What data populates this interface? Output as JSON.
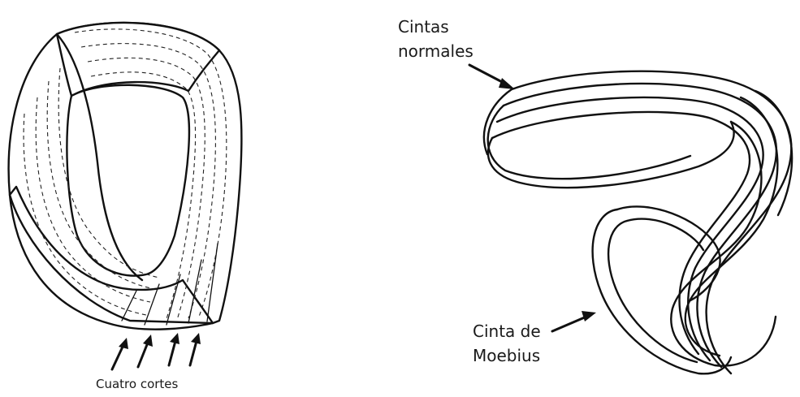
{
  "left_figure": {
    "label": "Cuatro cortes"
  },
  "right_figure": {
    "label_normales_line1": "Cintas",
    "label_normales_line2": "normales",
    "label_moebius_line1": "Cinta de",
    "label_moebius_line2": "Moebius"
  },
  "colors": {
    "ink": "#111111",
    "paper": "#ffffff"
  }
}
